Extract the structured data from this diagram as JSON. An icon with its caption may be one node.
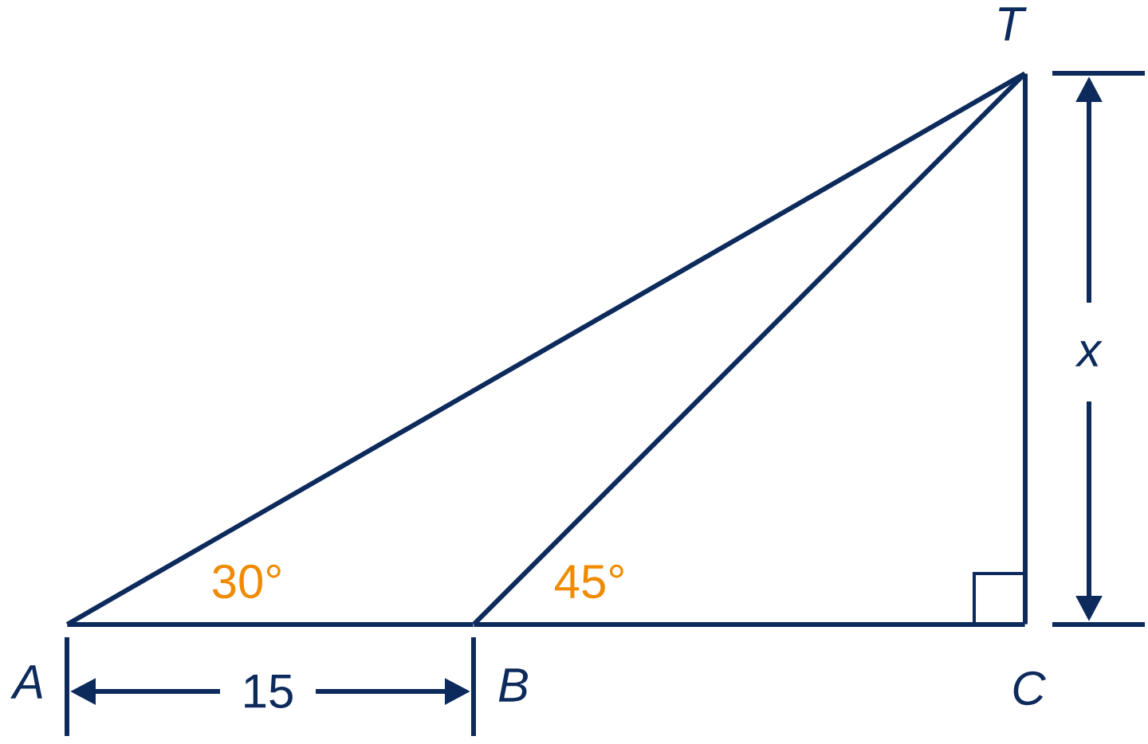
{
  "diagram": {
    "nodes": [
      {
        "text": [
          "T"
        ]
      },
      {
        "text": [
          "A"
        ]
      },
      {
        "text": [
          "B"
        ]
      },
      {
        "text": [
          "C"
        ]
      }
    ],
    "edges": [
      {
        "from": 1,
        "to": 2,
        "arrow": "none"
      },
      {
        "from": 2,
        "to": 3,
        "arrow": "none"
      },
      {
        "from": 3,
        "to": 0,
        "arrow": "none"
      },
      {
        "from": 1,
        "to": 0,
        "arrow": "none"
      },
      {
        "from": 2,
        "to": 0,
        "arrow": "none"
      }
    ],
    "labels": [
      "x",
      "30°",
      "45°",
      "15"
    ]
  }
}
